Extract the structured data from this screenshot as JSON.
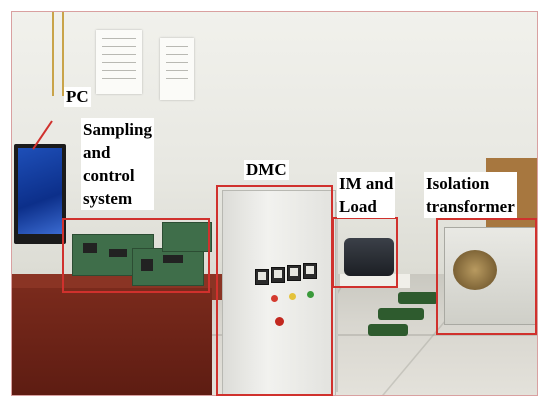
{
  "labels": {
    "pc": "PC",
    "sampling": "Sampling\nand\ncontrol\nsystem",
    "dmc": "DMC",
    "im_load": "IM and\nLoad",
    "isolation": "Isolation\ntransformer"
  },
  "colors": {
    "highlight": "#d0312d",
    "label_text": "#000000",
    "label_background": "#ffffff"
  }
}
